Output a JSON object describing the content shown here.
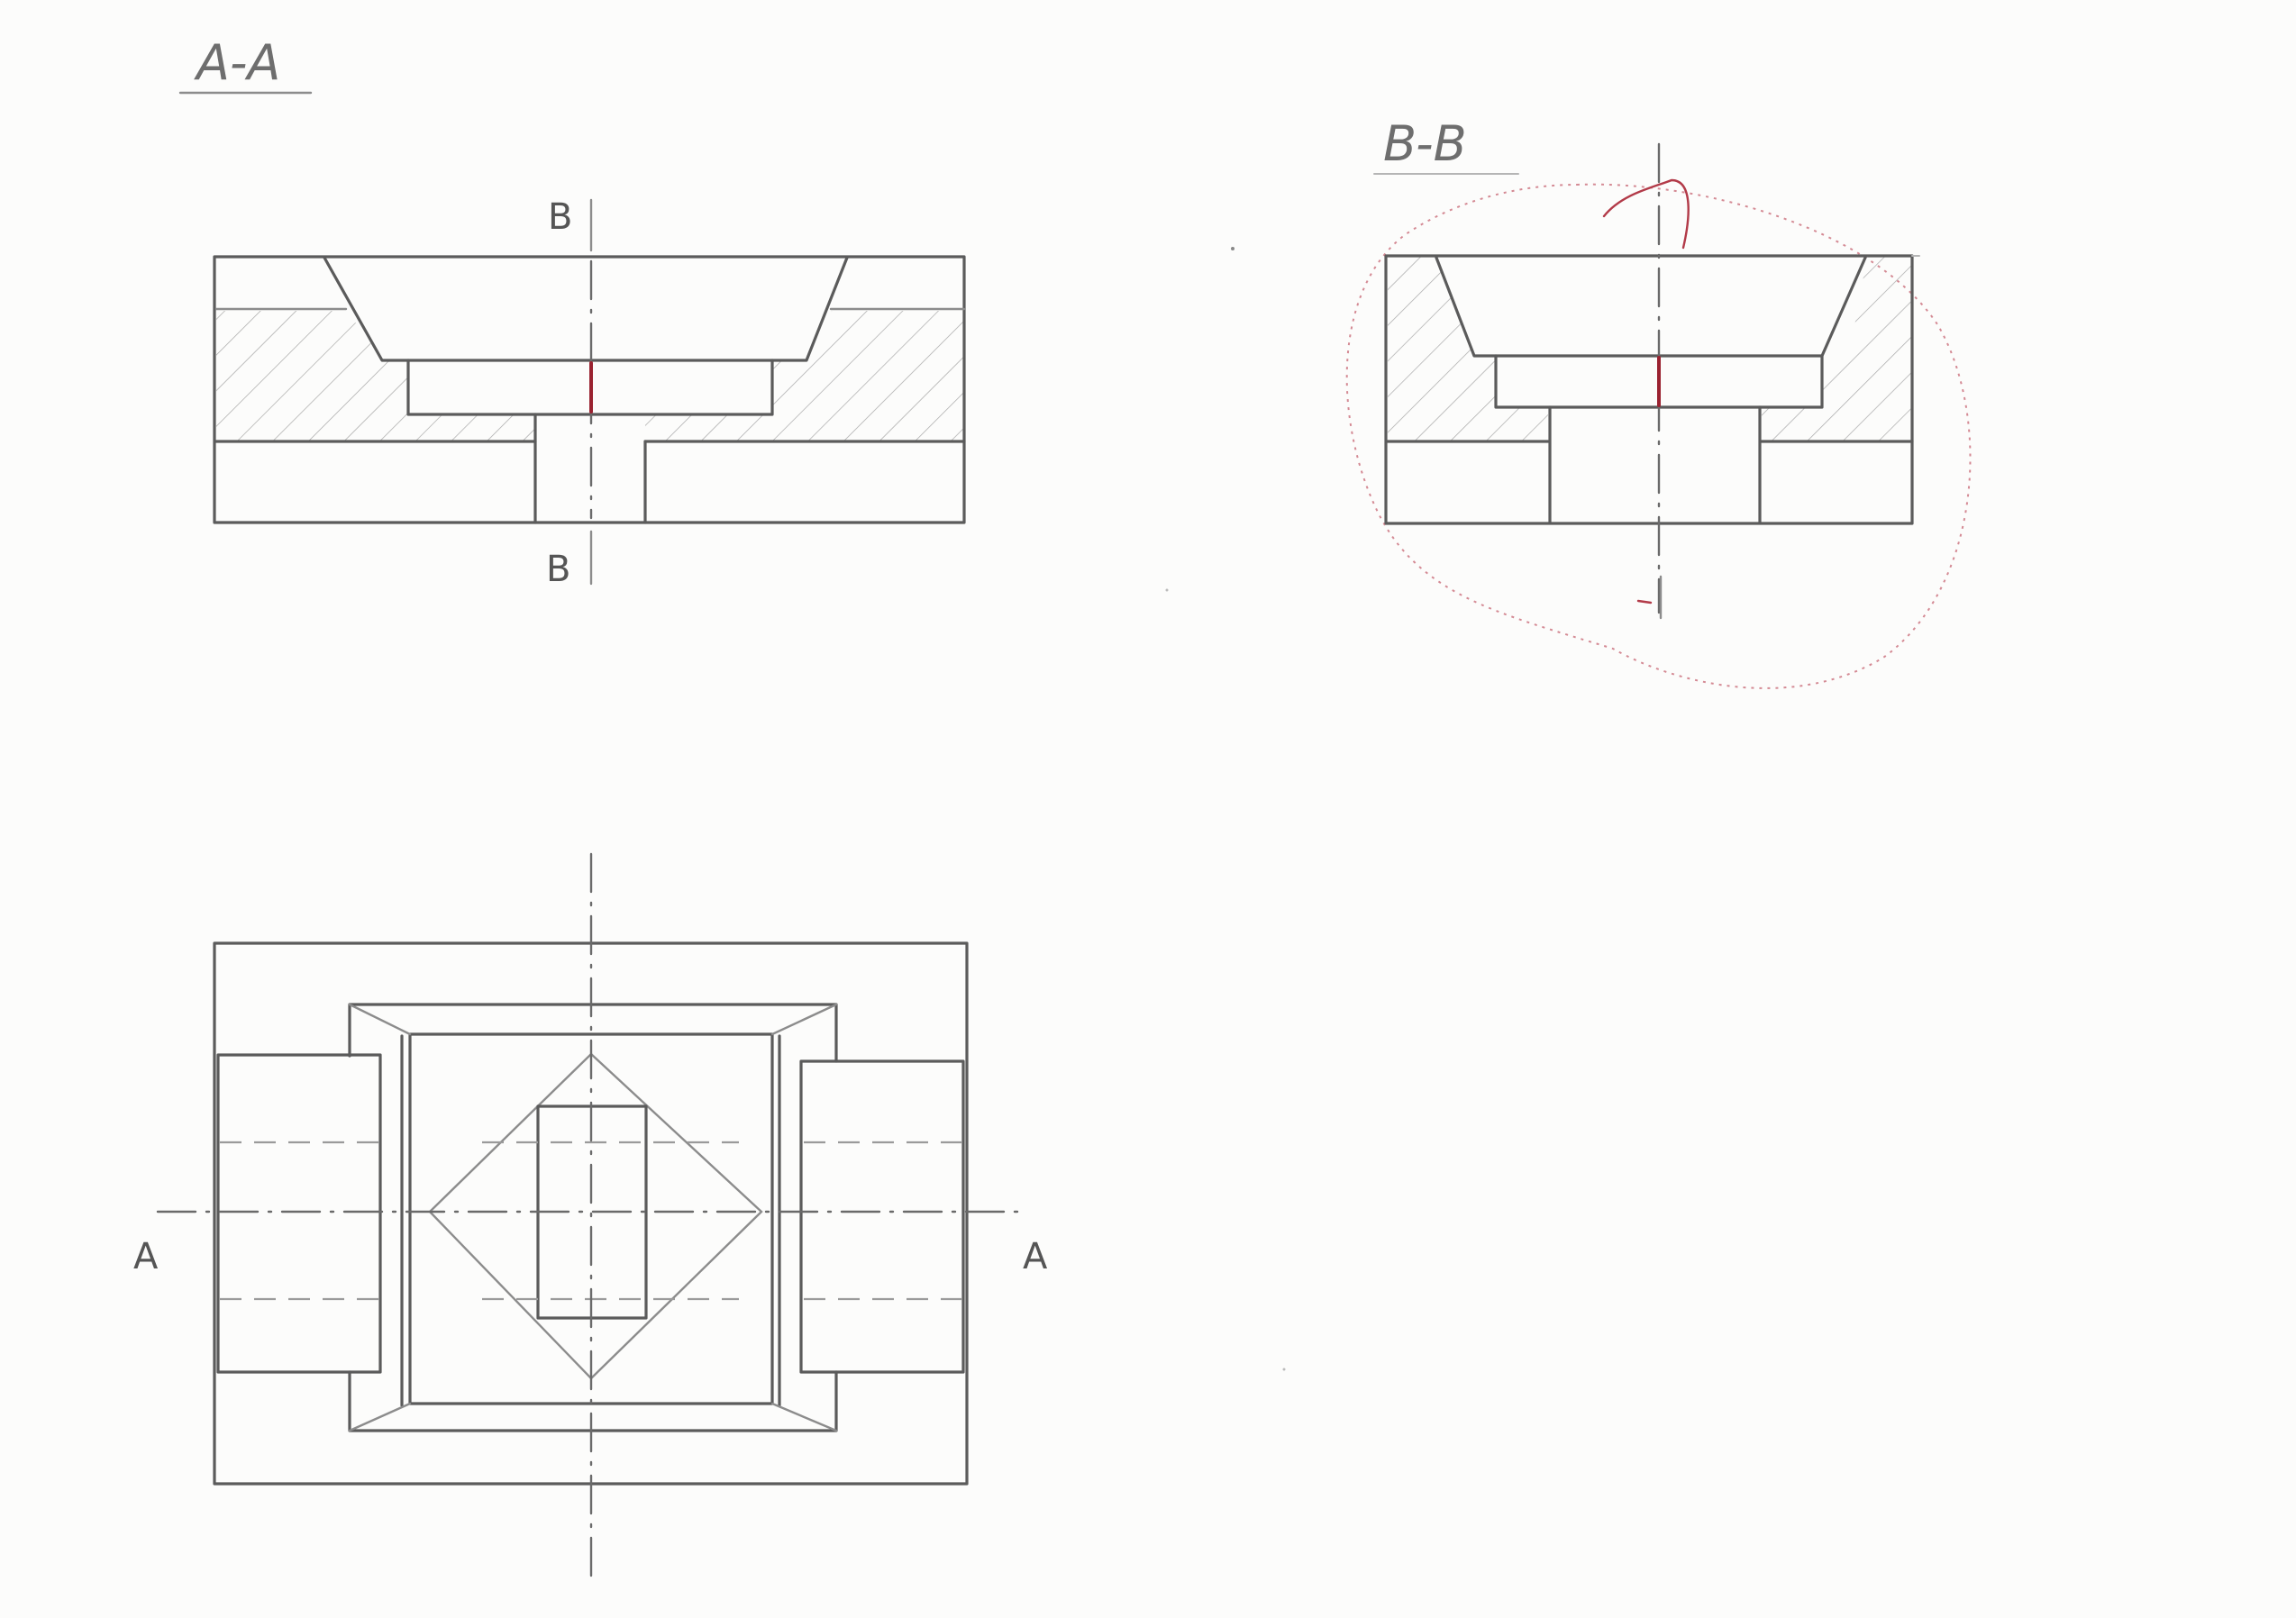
{
  "views": {
    "section_aa": {
      "title": "A-A",
      "cut_label_top": "B",
      "cut_label_bottom": "B"
    },
    "section_bb": {
      "title": "B-B"
    },
    "top_view": {
      "cut_label_left": "A",
      "cut_label_right": "A"
    }
  },
  "colors": {
    "pencil": "#5b5b5b",
    "red_pencil": "#9a2230",
    "paper": "#fcfcfb"
  }
}
